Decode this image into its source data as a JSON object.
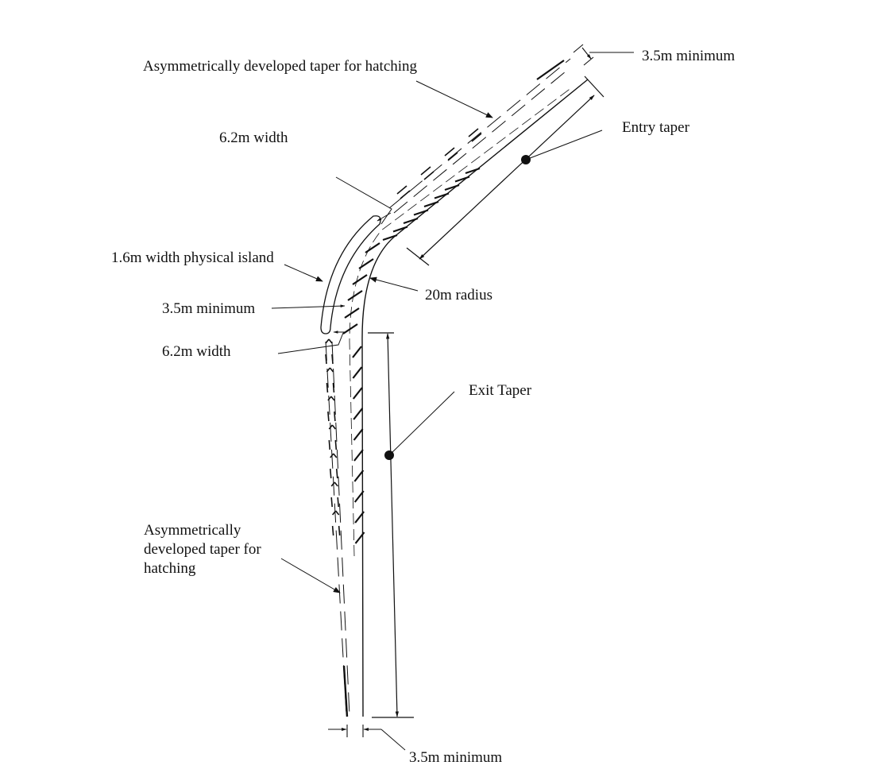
{
  "diagram": {
    "type": "road-layout",
    "subject": "Right-turn lane with physical island, tapers and hatching",
    "labels": {
      "top_hatching_taper": "Asymmetrically developed taper for hatching",
      "top_min": "3.5m minimum",
      "top_width": "6.2m width",
      "entry_taper": "Entry taper",
      "island": "1.6m width physical island",
      "radius": "20m radius",
      "mid_min": "3.5m minimum",
      "mid_width": "6.2m width",
      "exit_taper": "Exit Taper",
      "bottom_hatching_taper": "Asymmetrically developed taper for hatching",
      "bottom_min": "3.5m minimum"
    },
    "colors": {
      "line": "#111111",
      "background": "#ffffff"
    }
  }
}
